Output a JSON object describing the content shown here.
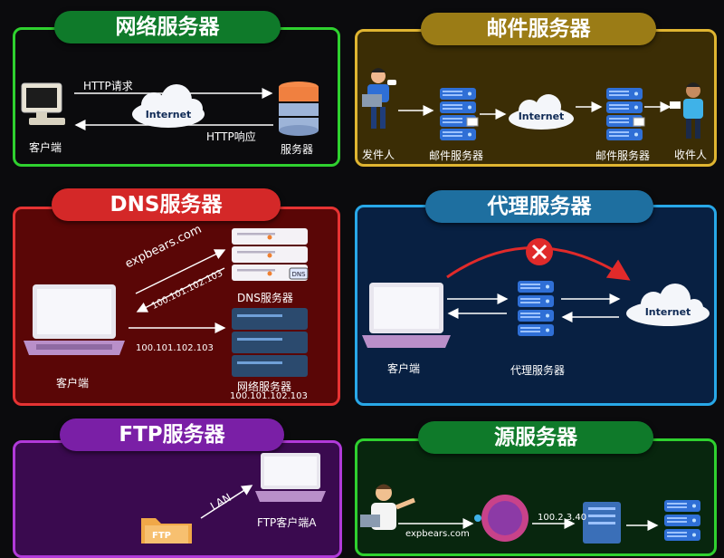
{
  "colors": {
    "background": "#0b0b0d",
    "web_border": "#2fd12f",
    "web_pill": "#0f7a2a",
    "mail_border": "#e0b531",
    "mail_pill": "#9b7c16",
    "mail_bg": "#3b2d05",
    "dns_border": "#e63333",
    "dns_pill": "#d42828",
    "dns_bg": "#5a0606",
    "proxy_border": "#28a8e8",
    "proxy_pill": "#1e6fa0",
    "proxy_bg": "#082042",
    "ftp_border": "#b13ad9",
    "ftp_pill": "#7a1fa6",
    "ftp_bg": "#3a0a4f",
    "origin_border": "#2fd12f",
    "origin_pill": "#0f7a2a",
    "origin_bg": "#08260e"
  },
  "panels": {
    "web": {
      "title": "网络服务器",
      "request": "HTTP请求",
      "response": "HTTP响应",
      "client": "客户端",
      "server": "服务器",
      "cloud": "Internet",
      "icons": [
        "desktop-computer-icon",
        "server-stack-icon",
        "internet-cloud-icon"
      ]
    },
    "mail": {
      "title": "邮件服务器",
      "sender": "发件人",
      "server_a": "邮件服务器",
      "server_b": "邮件服务器",
      "receiver": "收件人",
      "cloud": "Internet"
    },
    "dns": {
      "title": "DNS服务器",
      "domain": "expbears.com",
      "ip_reply": "100.101.102.103",
      "ip_request": "100.101.102.103",
      "dns_server": "DNS服务器",
      "dns_tag": "DNS",
      "client": "客户端",
      "web_server": "网络服务器",
      "web_server_ip": "100.101.102.103"
    },
    "proxy": {
      "title": "代理服务器",
      "client": "客户端",
      "proxy_server": "代理服务器",
      "cloud": "Internet"
    },
    "ftp": {
      "title": "FTP服务器",
      "lan": "LAN",
      "ftp_client": "FTP客户端A",
      "folder_tag": "FTP"
    },
    "origin": {
      "title": "源服务器",
      "domain": "expbears.com",
      "ip": "100.2.3.40"
    }
  }
}
